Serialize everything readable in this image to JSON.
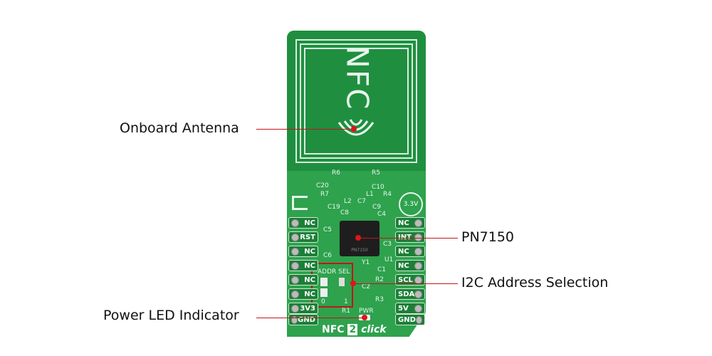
{
  "board": {
    "antenna_text": "NFC",
    "name_nfc": "NFC",
    "name_num": "2",
    "name_click": "click",
    "voltage_badge": "3.3V",
    "addr_sel": "ADDR SEL",
    "addr_0": "0",
    "addr_1": "1",
    "pwr": "PWR",
    "r1": "R1",
    "u1": "U1",
    "y1": "Y1",
    "left_pins": [
      "NC",
      "RST",
      "NC",
      "NC",
      "NC",
      "NC",
      "3V3",
      "GND"
    ],
    "right_pins": [
      "NC",
      "INT",
      "NC",
      "NC",
      "SCL",
      "SDA",
      "5V",
      "GND"
    ],
    "component_labels": [
      "R6",
      "R5",
      "C20",
      "C10",
      "R7",
      "L1",
      "R4",
      "L2",
      "C7",
      "C19",
      "C9",
      "C8",
      "C4",
      "C5",
      "C3",
      "C6",
      "C1",
      "C2",
      "R2",
      "R3"
    ]
  },
  "callouts": {
    "antenna": "Onboard Antenna",
    "chip": "PN7150",
    "address": "I2C Address Selection",
    "led": "Power LED Indicator"
  },
  "colors": {
    "pcb": "#2ea24d",
    "callout": "#c0161b"
  }
}
